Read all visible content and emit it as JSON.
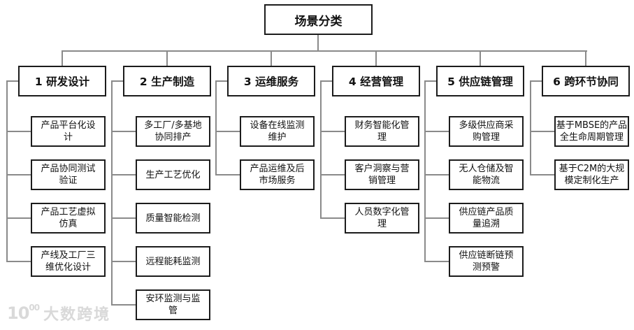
{
  "title": "场景分类",
  "categories": [
    {
      "label": "1 研发设计",
      "children": [
        "产品平台化设\n计",
        "产品协同测试\n验证",
        "产品工艺虚拟\n仿真",
        "产线及工厂三\n维优化设计"
      ]
    },
    {
      "label": "2 生产制造",
      "children": [
        "多工厂/多基地\n协同排产",
        "生产工艺优化",
        "质量智能检测",
        "远程能耗监测",
        "安环监测与监\n管"
      ]
    },
    {
      "label": "3 运维服务",
      "children": [
        "设备在线监测\n维护",
        "产品运维及后\n市场服务"
      ]
    },
    {
      "label": "4 经营管理",
      "children": [
        "财务智能化管\n理",
        "客户洞察与营\n销管理",
        "人员数字化管\n理"
      ]
    },
    {
      "label": "5 供应链管理",
      "children": [
        "多级供应商采\n购管理",
        "无人仓储及智\n能物流",
        "供应链产品质\n量追溯",
        "供应链断链预\n测预警"
      ]
    },
    {
      "label": "6 跨环节协同",
      "children": [
        "基于MBSE的产品\n全生命周期管理",
        "基于C2M的大规\n模定制化生产"
      ]
    }
  ],
  "watermark": {
    "logo_base": "10",
    "logo_sup": "00",
    "text": "大数跨境"
  },
  "colors": {
    "box_border": "#1c1c1c",
    "connector": "#8a8a8a",
    "background": "#ffffff",
    "watermark": "#d9d9d9"
  }
}
